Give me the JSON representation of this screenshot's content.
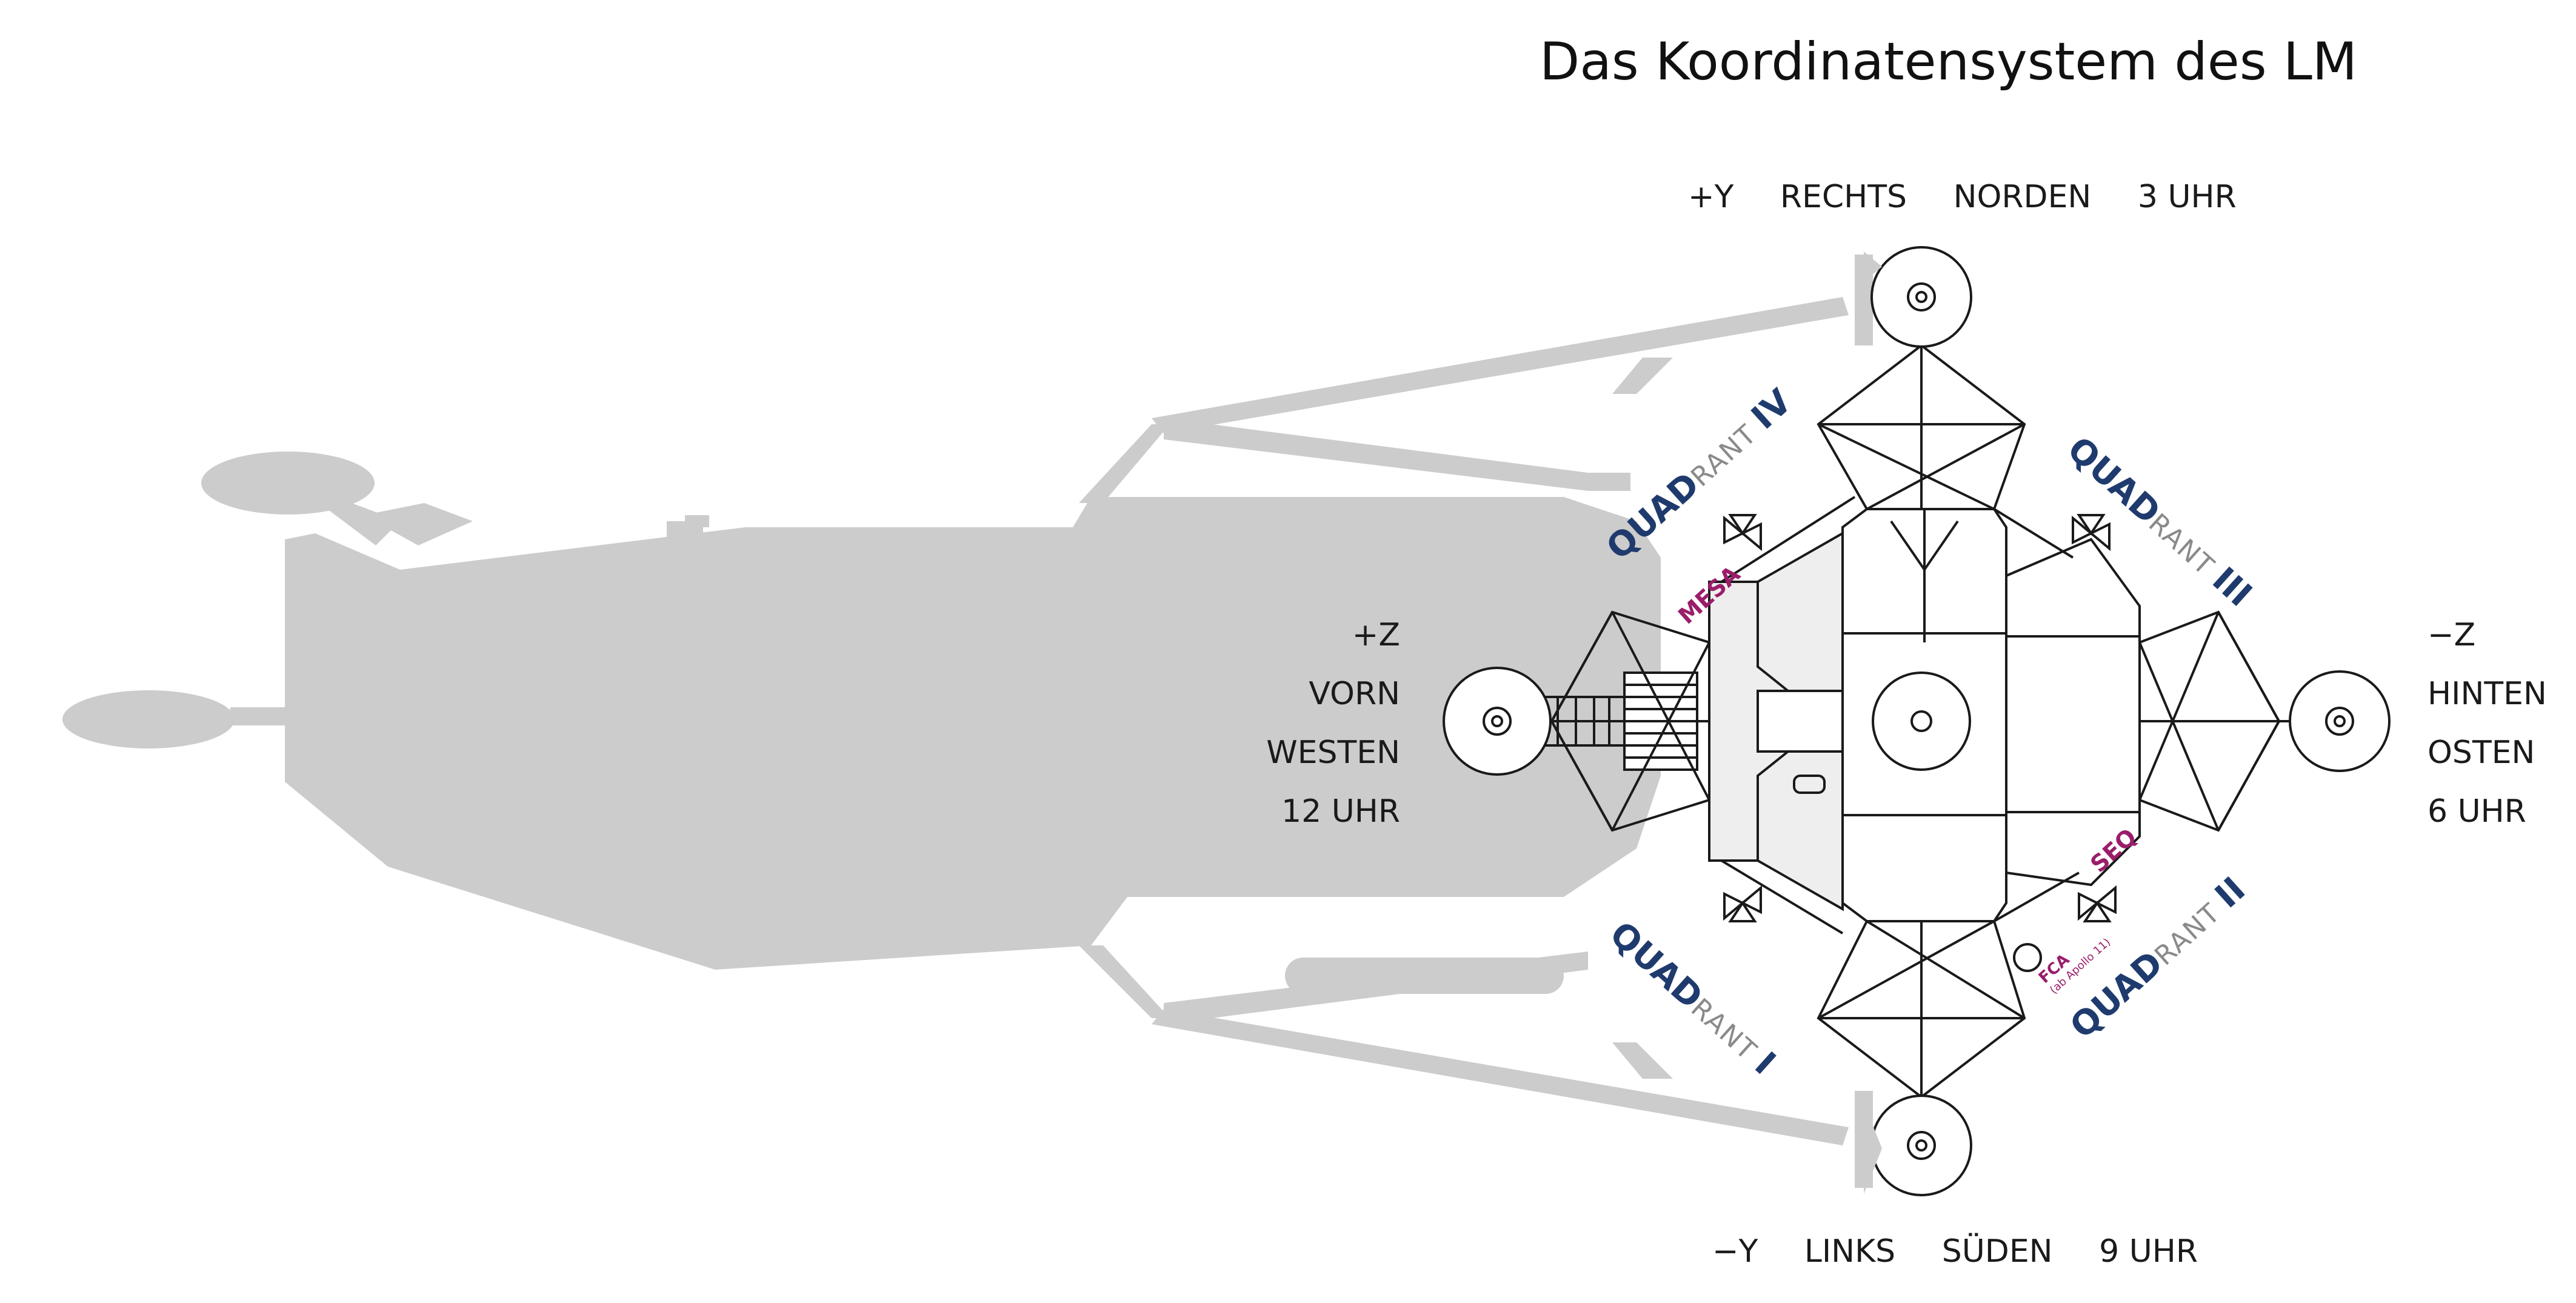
{
  "title": "Das Koordinatensystem des LM",
  "axes": {
    "top": [
      "+Y",
      "RECHTS",
      "NORDEN",
      "3 UHR"
    ],
    "bottom": [
      "−Y",
      "LINKS",
      "SÜDEN",
      "9 UHR"
    ],
    "left": [
      "+Z",
      "VORN",
      "WESTEN",
      "12 UHR"
    ],
    "right": [
      "−Z",
      "HINTEN",
      "OSTEN",
      "6 UHR"
    ]
  },
  "quadrants": {
    "q1": {
      "bold": "QUAD",
      "light": "RANT",
      "num": "I"
    },
    "q2": {
      "bold": "QUAD",
      "light": "RANT",
      "num": "II"
    },
    "q3": {
      "bold": "QUAD",
      "light": "RANT",
      "num": "III"
    },
    "q4": {
      "bold": "QUAD",
      "light": "RANT",
      "num": "IV"
    }
  },
  "markers": {
    "mesa": "MESA",
    "seq": "SEQ",
    "fca": "FCA",
    "fca_note": "(ab Apollo 11)"
  },
  "colors": {
    "shadow": "#cccccc",
    "quadrant_text": "#1f3b6e",
    "marker_text": "#9a1d6a",
    "line": "#1a1a1a"
  }
}
